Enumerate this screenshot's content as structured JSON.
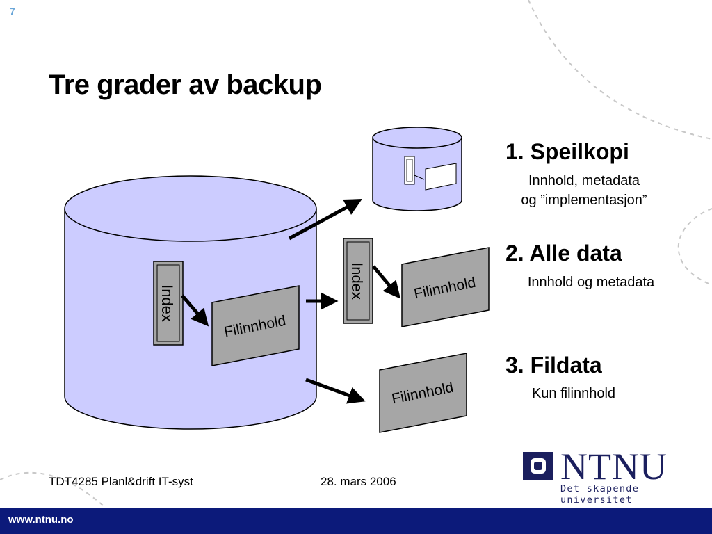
{
  "slide_number": "7",
  "title": "Tre grader av backup",
  "diagram": {
    "index_label": "Index",
    "file_content_label": "Filinnhold"
  },
  "levels": [
    {
      "heading": "1. Speilkopi",
      "lines": [
        "Innhold, metadata",
        "og ”implementasjon”"
      ]
    },
    {
      "heading": "2. Alle data",
      "lines": [
        "Innhold og metadata"
      ]
    },
    {
      "heading": "3. Fildata",
      "lines": [
        "Kun filinnhold"
      ]
    }
  ],
  "footer": {
    "course": "TDT4285 Planl&drift IT-syst",
    "date": "28. mars 2006",
    "url": "www.ntnu.no"
  },
  "logo": {
    "name": "NTNU",
    "tagline": "Det skapende universitet"
  },
  "colors": {
    "cylinder_fill": "#ccccff",
    "box_fill": "#a6a6a6",
    "bottom_bar": "#0c1a7a",
    "logo_blue": "#1b1f5e"
  }
}
